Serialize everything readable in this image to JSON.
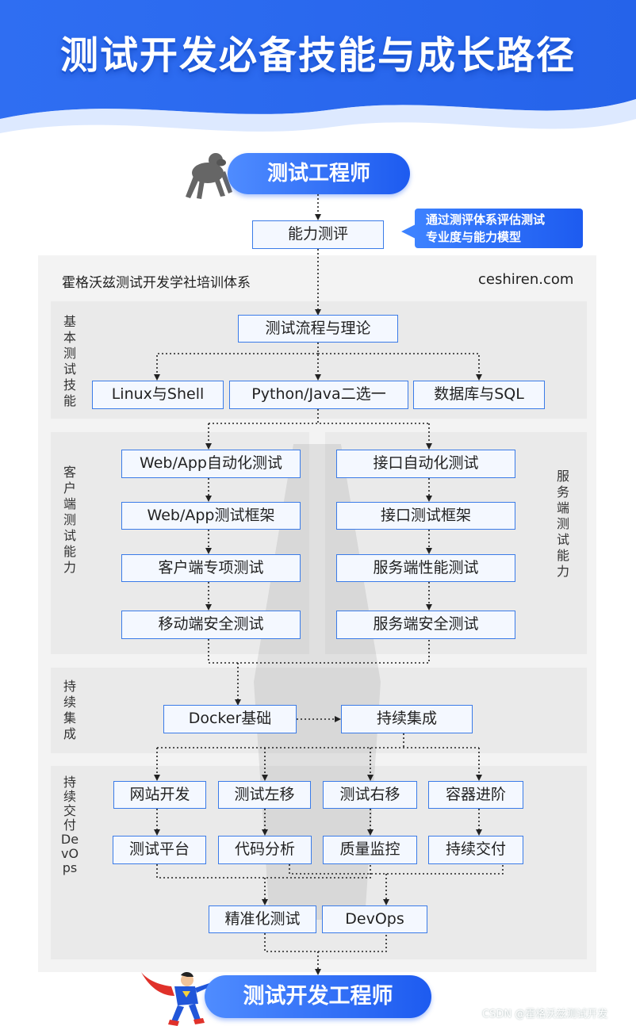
{
  "title": "测试开发必备技能与成长路径",
  "start_role": "测试工程师",
  "end_role": "测试开发工程师",
  "assessment": {
    "label": "能力测评",
    "callout": [
      "通过测评体系评估测试",
      "专业度与能力模型"
    ]
  },
  "panel": {
    "title": "霍格沃兹测试开发学社培训体系",
    "site": "ceshiren.com"
  },
  "sections": {
    "basic": {
      "label": "基本测试技能",
      "root": "测试流程与理论",
      "items": [
        "Linux与Shell",
        "Python/Java二选一",
        "数据库与SQL"
      ]
    },
    "client": {
      "label": "客户端测试能力",
      "items": [
        "Web/App自动化测试",
        "Web/App测试框架",
        "客户端专项测试",
        "移动端安全测试"
      ]
    },
    "server": {
      "label": "服务端测试能力",
      "items": [
        "接口自动化测试",
        "接口测试框架",
        "服务端性能测试",
        "服务端安全测试"
      ]
    },
    "ci": {
      "label": "持续集成",
      "items": [
        "Docker基础",
        "持续集成"
      ]
    },
    "devops": {
      "label": "持续交付DevOps",
      "row1": [
        "网站开发",
        "测试左移",
        "测试右移",
        "容器进阶"
      ],
      "row2": [
        "测试平台",
        "代码分析",
        "质量监控",
        "持续交付"
      ],
      "row3": [
        "精准化测试",
        "DevOps"
      ]
    }
  },
  "footer": "CSDN @霍格沃兹测试开发",
  "colors": {
    "accent": "#1d5bf0",
    "box_border": "#3a7be8",
    "callout": "#2f74ff"
  },
  "icons": {
    "start": "monkey-icon",
    "end": "superhero-icon"
  }
}
